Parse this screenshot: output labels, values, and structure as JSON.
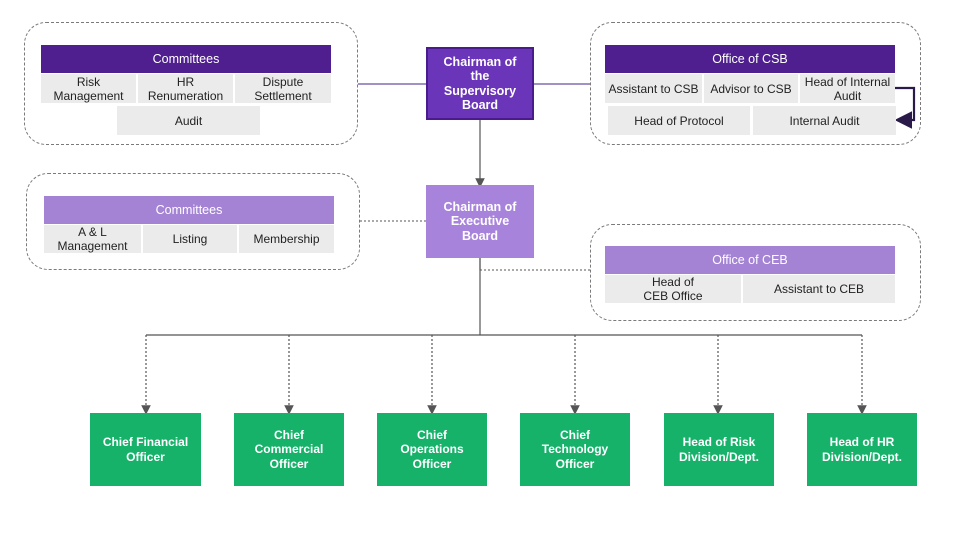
{
  "supervisory_committees": {
    "header": "Committees",
    "items": [
      "Risk\nManagement",
      "HR\nRenumeration",
      "Dispute\nSettlement"
    ],
    "audit": "Audit"
  },
  "chairman_supervisory": "Chairman of\nthe\nSupervisory\nBoard",
  "office_csb": {
    "header": "Office of CSB",
    "row1": [
      "Assistant to CSB",
      "Advisor to CSB",
      "Head of Internal\nAudit"
    ],
    "row2": [
      "Head of Protocol",
      "Internal Audit"
    ]
  },
  "executive_committees": {
    "header": "Committees",
    "items": [
      "A & L\nManagement",
      "Listing",
      "Membership"
    ]
  },
  "chairman_executive": "Chairman of\nExecutive\nBoard",
  "office_ceb": {
    "header": "Office of CEB",
    "items": [
      "Head of\nCEB Office",
      "Assistant to CEB"
    ]
  },
  "officers": [
    "Chief Financial\nOfficer",
    "Chief\nCommercial\nOfficer",
    "Chief\nOperations\nOfficer",
    "Chief\nTechnology\nOfficer",
    "Head of Risk\nDivision/Dept.",
    "Head of HR\nDivision/Dept."
  ],
  "colors": {
    "dark_purple": "#4f1f8f",
    "light_purple": "#a483d5",
    "green": "#17b26a",
    "cell_gray": "#ebebeb"
  }
}
